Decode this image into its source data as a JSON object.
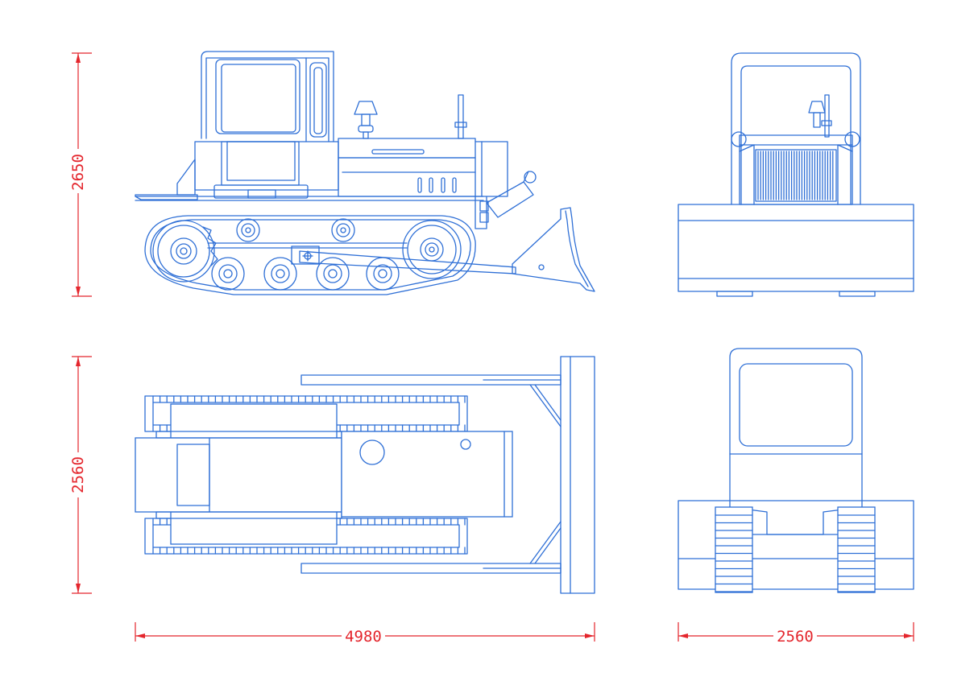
{
  "drawing": {
    "line_color": "#2e6fd6",
    "dimension_color": "#e4252c",
    "views": [
      "side-view",
      "front-view",
      "top-view",
      "rear-view"
    ]
  },
  "dimensions": {
    "side_height": "2650",
    "top_width": "2560",
    "overall_length": "4980",
    "front_width": "2560"
  }
}
